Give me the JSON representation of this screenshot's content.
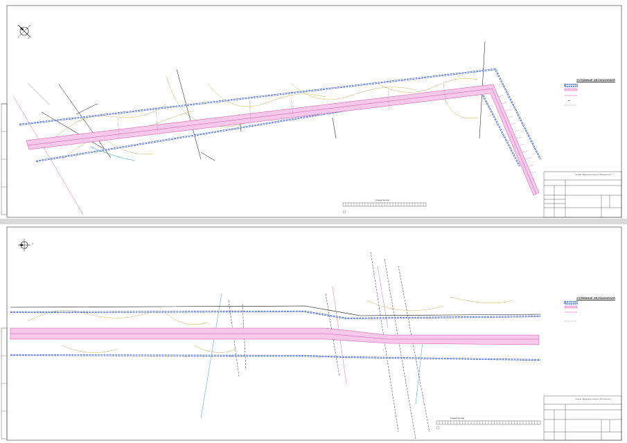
{
  "sheets": [
    {
      "legend": {
        "title": "УСЛОВНЫЕ ОБОЗНАЧЕНИЯ"
      },
      "scale_label": "Схема листов",
      "north_label": "С",
      "title_block": {
        "org": "Заказчик - Акционерное общество \"Мосводоканал\""
      }
    },
    {
      "legend": {
        "title": "УСЛОВНЫЕ ОБОЗНАЧЕНИЯ"
      },
      "scale_label": "Схема листов",
      "north_label": "С",
      "title_block": {
        "org": "Заказчик - Акционерное общество \"Мосводоканал\""
      }
    }
  ],
  "colors": {
    "corridor_fill": "#f7c8ea",
    "corridor_line": "#d04aa8",
    "boundary_dash": "#3a5fd6",
    "contour": "#c9b25a",
    "road": "#000000",
    "water": "#2aa8c8"
  }
}
